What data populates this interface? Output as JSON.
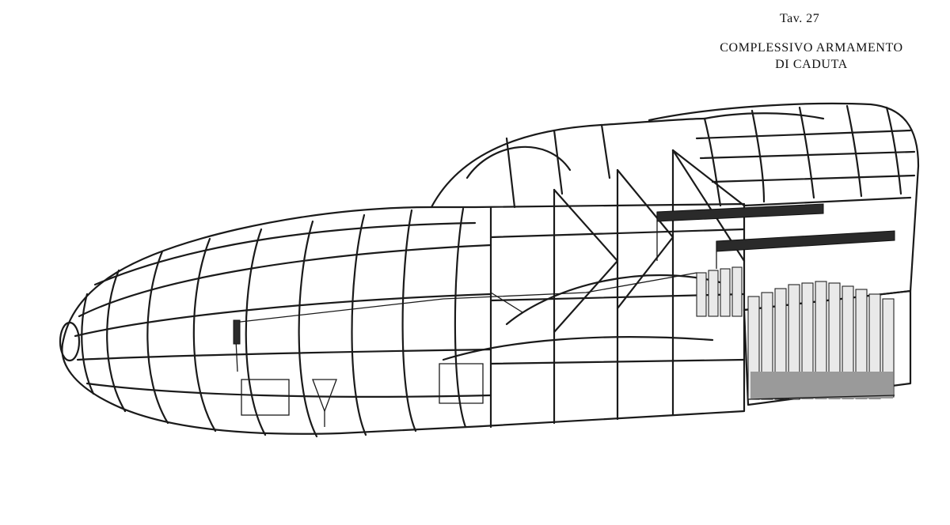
{
  "plate": {
    "number": "Tav. 27",
    "title_line1": "COMPLESSIVO ARMAMENTO",
    "title_line2": "DI CADUTA"
  }
}
